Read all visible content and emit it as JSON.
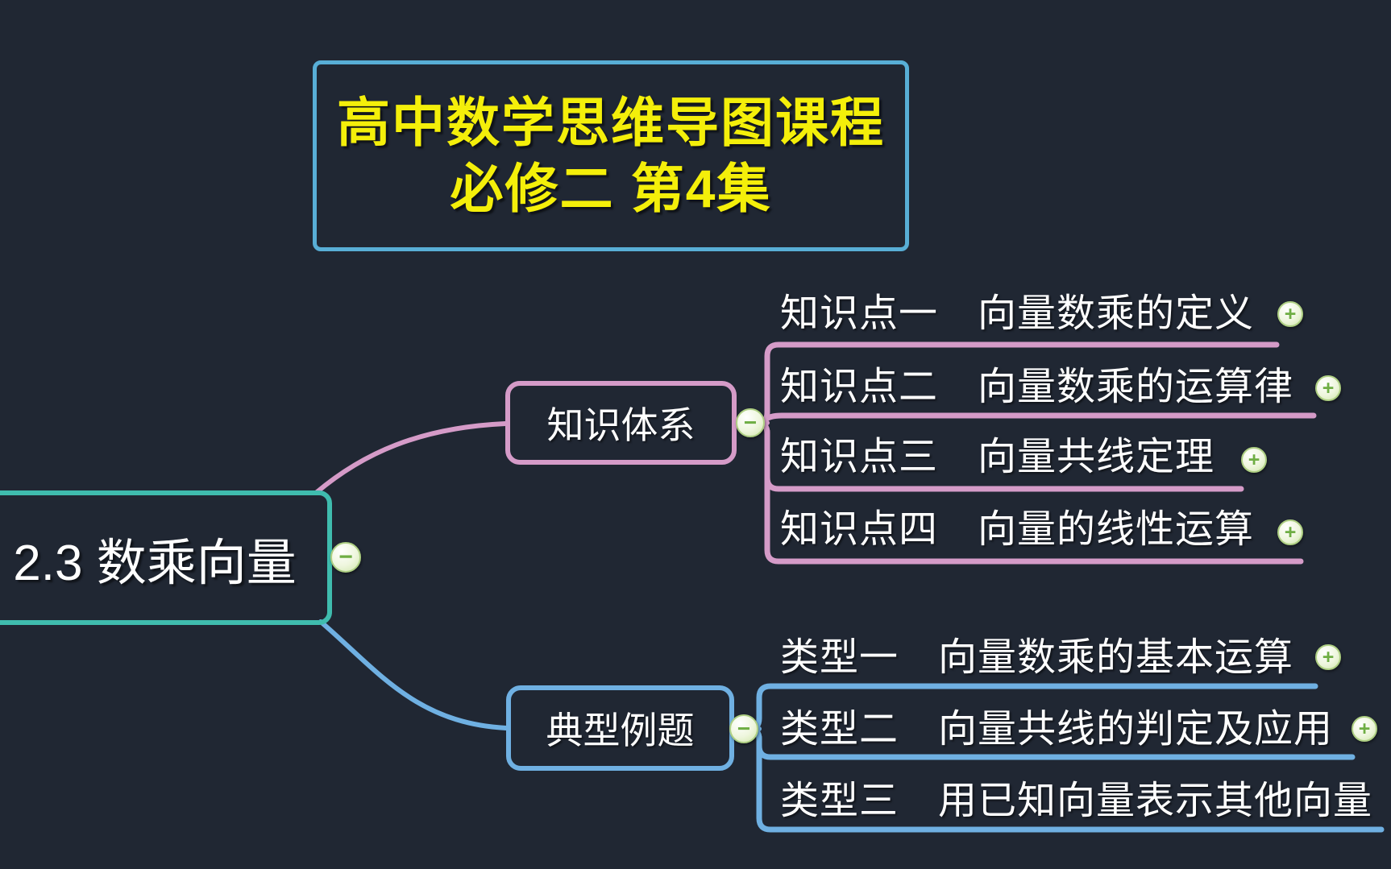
{
  "background_color": "#202733",
  "title": {
    "line1": "高中数学思维导图课程",
    "line2": "必修二 第4集",
    "text_color": "#f4ef0a",
    "border_color": "#58aed6"
  },
  "root": {
    "label": "2.3 数乘向量",
    "border_color": "#3fbcae",
    "text_color": "#ffffff"
  },
  "branches": [
    {
      "label": "知识体系",
      "color": "#d59bc8",
      "children": [
        {
          "label": "知识点一　向量数乘的定义",
          "has_expand_icon": true
        },
        {
          "label": "知识点二　向量数乘的运算律",
          "has_expand_icon": true
        },
        {
          "label": "知识点三　向量共线定理",
          "has_expand_icon": true
        },
        {
          "label": "知识点四　向量的线性运算",
          "has_expand_icon": true
        }
      ]
    },
    {
      "label": "典型例题",
      "color": "#6fb0e2",
      "children": [
        {
          "label": "类型一　向量数乘的基本运算",
          "has_expand_icon": true
        },
        {
          "label": "类型二　向量共线的判定及应用",
          "has_expand_icon": true
        },
        {
          "label": "类型三　用已知向量表示其他向量",
          "has_expand_icon": false
        }
      ]
    }
  ],
  "icons": {
    "collapse": "−",
    "expand": "+",
    "circle_fill": "#eef6dd",
    "glyph_color": "#6fae44"
  }
}
